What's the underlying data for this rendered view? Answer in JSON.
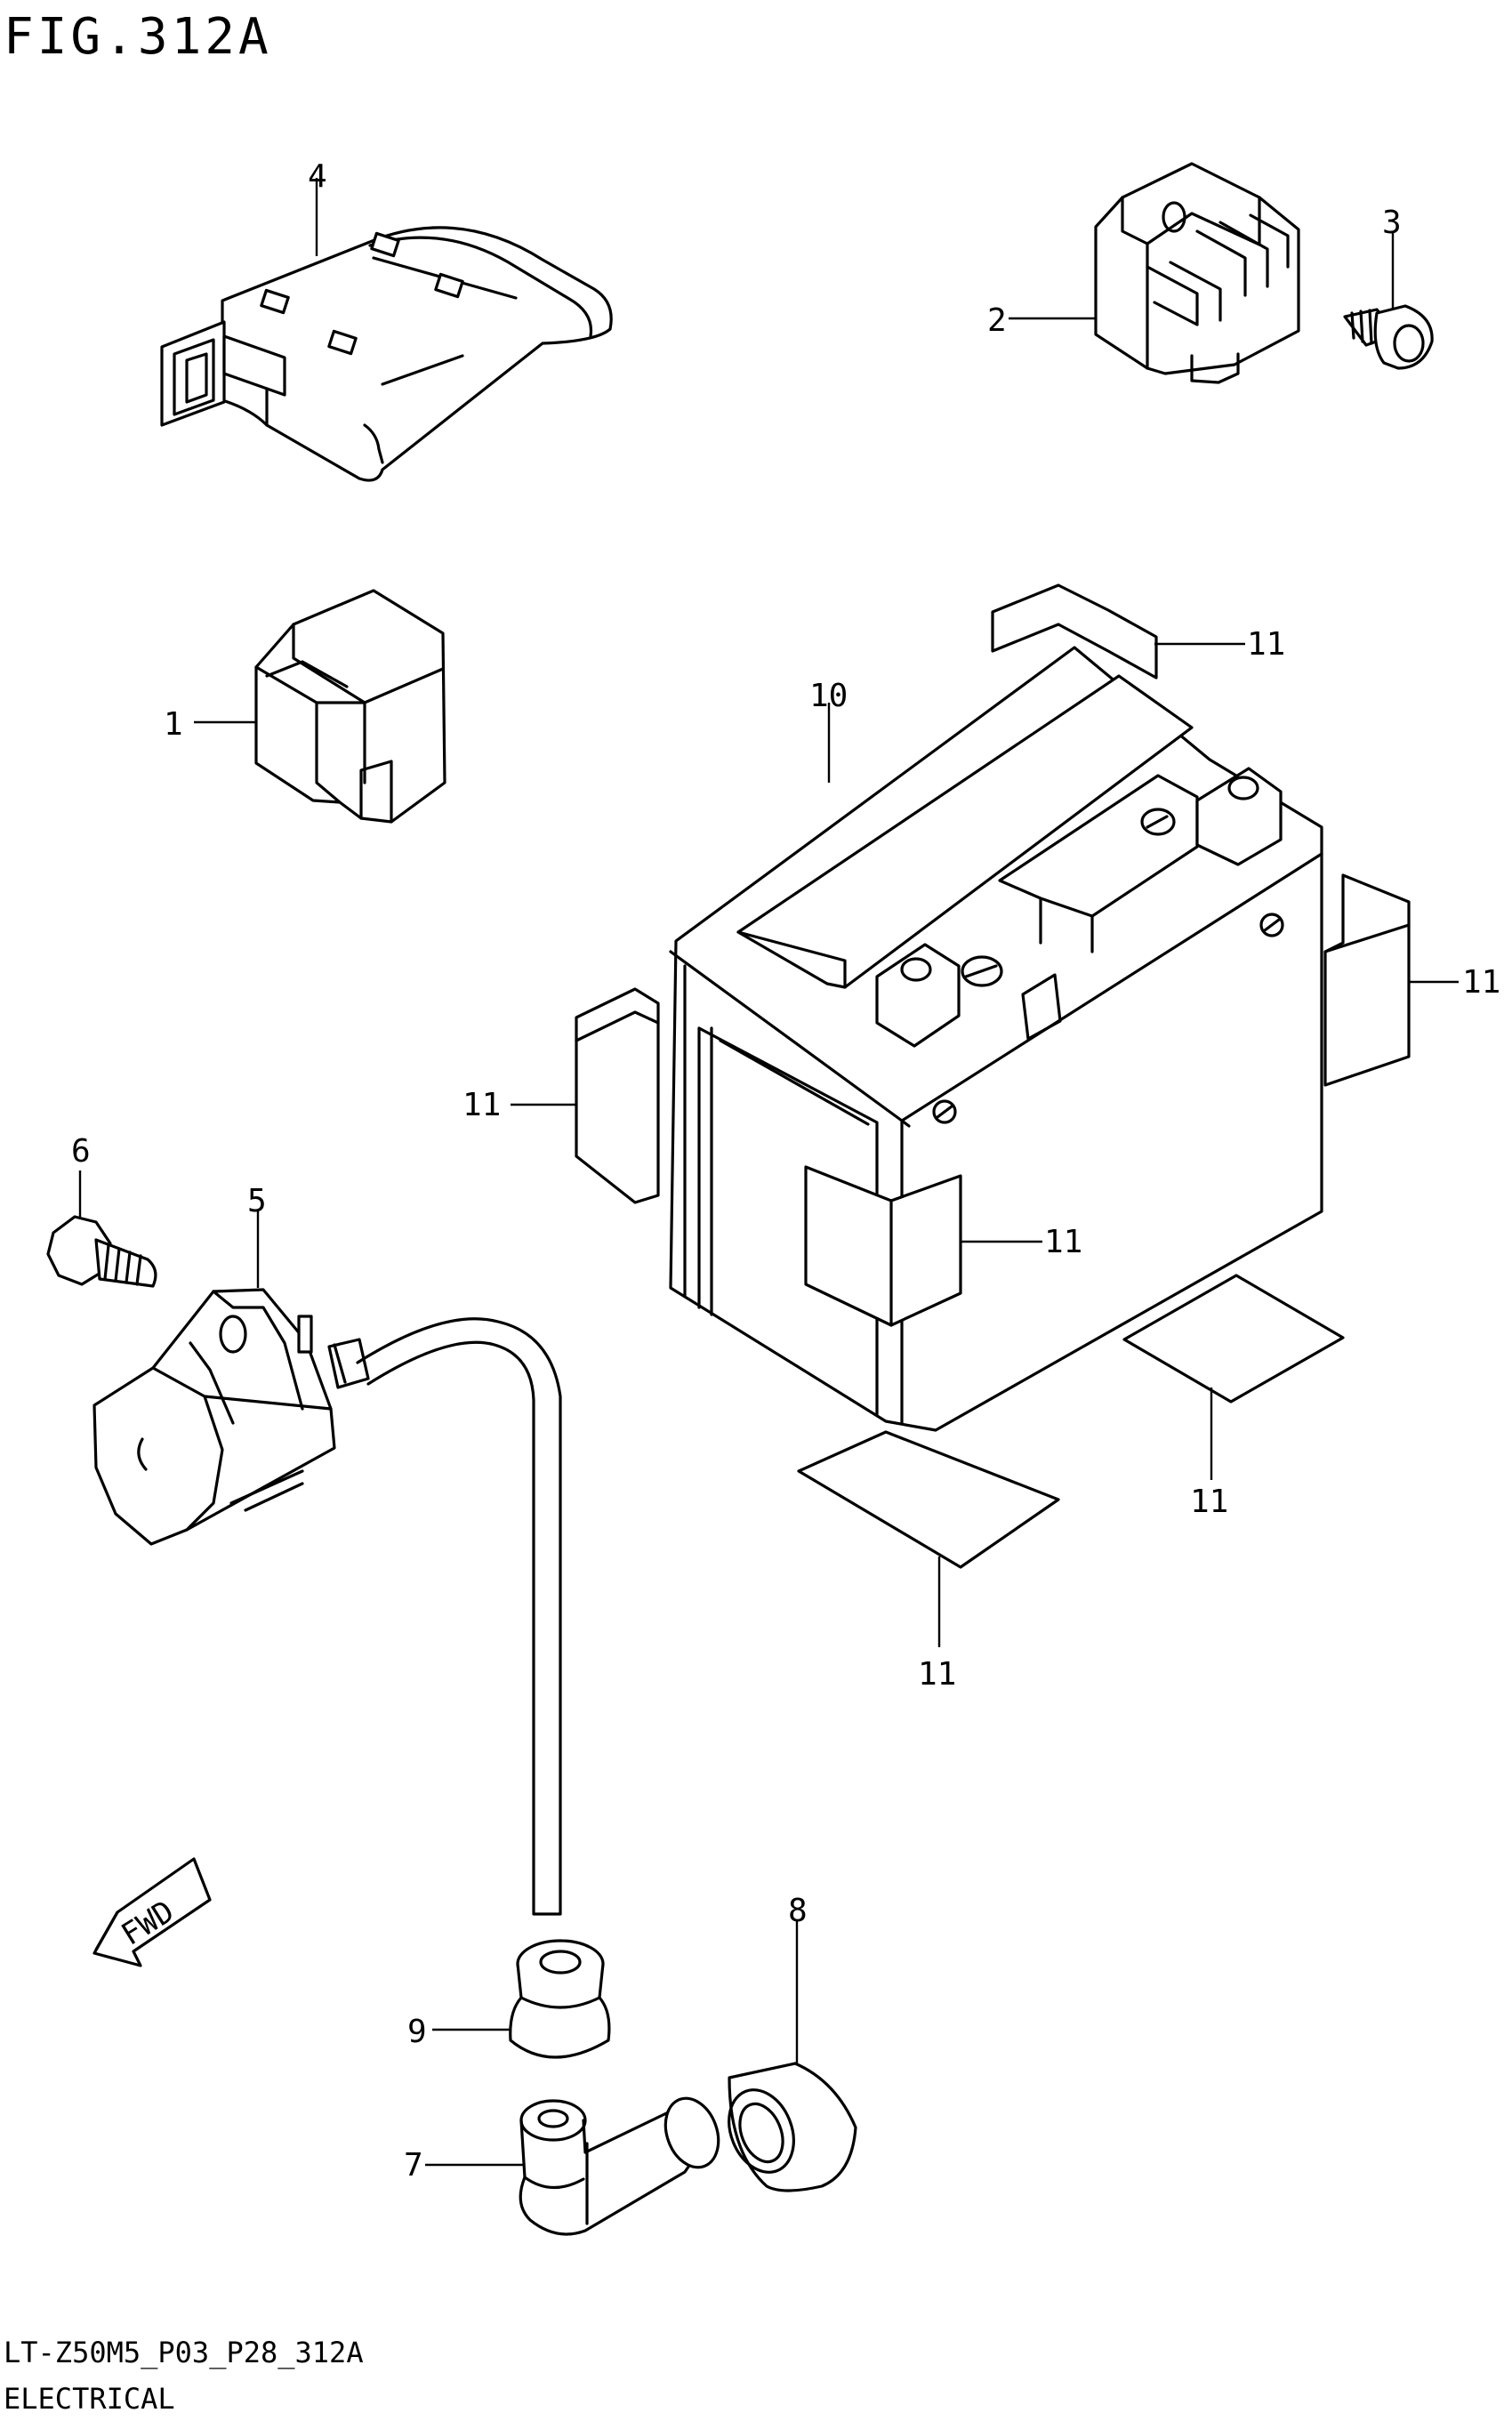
{
  "figure": {
    "title": "FIG.312A",
    "drawing_code": "LT-Z50M5_P03_P28_312A",
    "section": "ELECTRICAL"
  },
  "direction_arrow": {
    "label": "FWD"
  },
  "callouts": {
    "p1": "1",
    "p2": "2",
    "p3": "3",
    "p4": "4",
    "p5": "5",
    "p6": "6",
    "p7": "7",
    "p8": "8",
    "p9": "9",
    "p10": "10",
    "p11": "11"
  },
  "colors": {
    "ink": "#000000",
    "paper": "#ffffff"
  }
}
